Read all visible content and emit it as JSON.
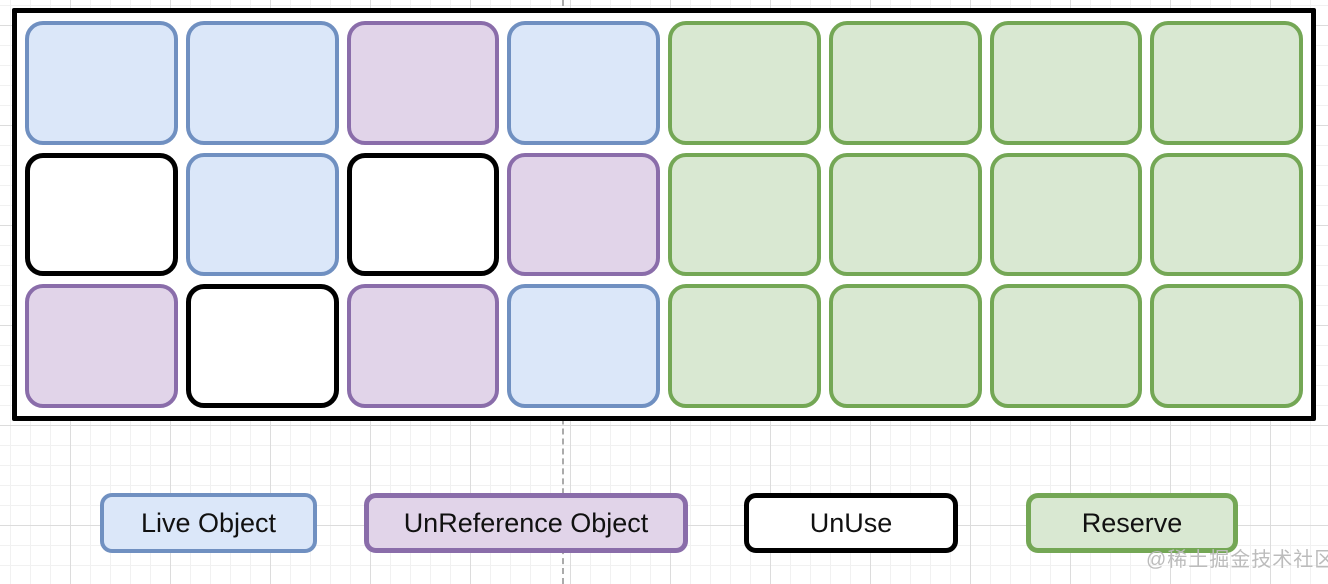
{
  "cell_types": {
    "live": {
      "name": "Live Object",
      "fill": "#dbe7f9",
      "border": "#7090c1"
    },
    "unreference": {
      "name": "UnReference Object",
      "fill": "#e1d4e9",
      "border": "#8a6daa"
    },
    "unuse": {
      "name": "UnUse",
      "fill": "#ffffff",
      "border": "#000000"
    },
    "reserve": {
      "name": "Reserve",
      "fill": "#d9e8d2",
      "border": "#74a755"
    }
  },
  "memory_grid": {
    "columns": 8,
    "rows": [
      [
        "live",
        "live",
        "unreference",
        "live",
        "reserve",
        "reserve",
        "reserve",
        "reserve"
      ],
      [
        "unuse",
        "live",
        "unuse",
        "unreference",
        "reserve",
        "reserve",
        "reserve",
        "reserve"
      ],
      [
        "unreference",
        "unuse",
        "unreference",
        "live",
        "reserve",
        "reserve",
        "reserve",
        "reserve"
      ]
    ]
  },
  "legend": {
    "items": [
      {
        "type": "live",
        "label": "Live Object"
      },
      {
        "type": "unreference",
        "label": "UnReference Object"
      },
      {
        "type": "unuse",
        "label": "UnUse"
      },
      {
        "type": "reserve",
        "label": "Reserve"
      }
    ]
  },
  "watermark": "@稀土掘金技术社区"
}
